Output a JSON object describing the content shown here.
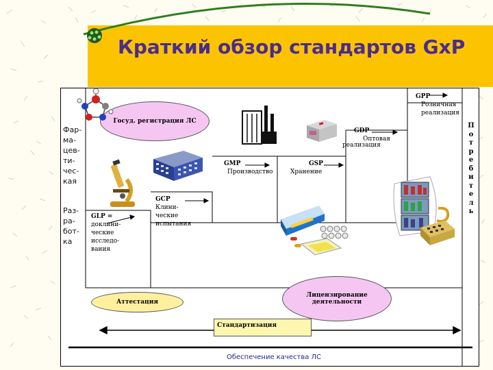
{
  "title": "Краткий обзор стандартов GxP",
  "sidebar_left": {
    "pharma": [
      "Фар-",
      "ма-",
      "цев-",
      "ти-",
      "чес-",
      "кая"
    ],
    "dev": [
      "Раз-",
      "ра-",
      "бот-",
      "ка"
    ]
  },
  "consumer_letters": [
    "П",
    "о",
    "т",
    "р",
    "е",
    "б",
    "и",
    "т",
    "е",
    "л",
    "ь"
  ],
  "ovals": {
    "state_registration": "Госуд. регистрация ЛС",
    "certification": "Аттестация",
    "licensing": [
      "Лицензирование",
      "деятельности"
    ]
  },
  "standards": {
    "glp": {
      "code": "GLP =",
      "desc": [
        "доклини-",
        "ческие",
        "исследо-",
        "вания"
      ]
    },
    "gcp": {
      "code": "GCP",
      "desc": [
        "Клини-",
        "ческие",
        "испытания"
      ]
    },
    "gmp": {
      "code": "GMP",
      "desc": "Производство"
    },
    "gsp": {
      "code": "GSP",
      "desc": "Хранение"
    },
    "gdp": {
      "code": "GDP",
      "desc": [
        "Оптовая",
        "реализация"
      ]
    },
    "gpp": {
      "code": "GPP",
      "desc": [
        "Розничная",
        "реализация"
      ]
    }
  },
  "standardization": "Стандартизация",
  "quality_assurance": "Обеспечение качества ЛС",
  "colors": {
    "title_band": "#fcc400",
    "title_text": "#4b2c8e",
    "oval_fill": "#f6c6f2",
    "oval_yellow": "#fff0a0",
    "arc_green": "#2e7d1e",
    "quality_text": "#1c2a8c"
  },
  "icons": [
    "molecule-icon",
    "microscope-icon",
    "building-icon",
    "factory-icon",
    "medicine-box-icon",
    "pills-package-icon",
    "pharmacy-shelf-icon",
    "cash-register-icon",
    "globe-bullet-icon"
  ]
}
